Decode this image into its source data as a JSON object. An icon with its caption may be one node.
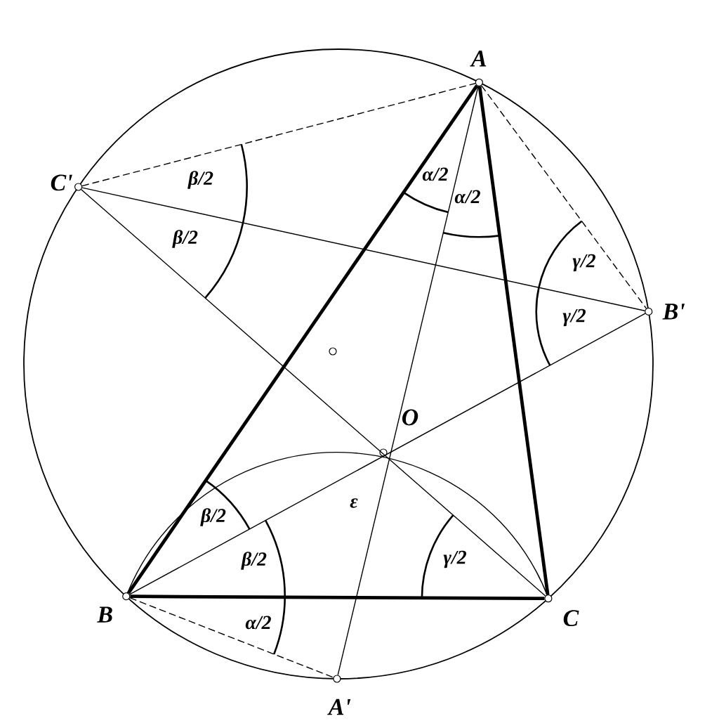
{
  "diagram": {
    "nodes": [
      {
        "text": [
          "A"
        ]
      },
      {
        "text": [
          "C'"
        ]
      },
      {
        "text": [
          "B'"
        ]
      },
      {
        "text": [],
        "shape": "circle"
      },
      {
        "text": [
          "O"
        ]
      },
      {
        "text": [
          "B"
        ]
      },
      {
        "text": [
          "C"
        ]
      },
      {
        "text": [
          "A'"
        ]
      }
    ],
    "edges": [
      {
        "from": 0,
        "to": 5,
        "arrow": "none",
        "style": "thick"
      },
      {
        "from": 5,
        "to": 6,
        "arrow": "none",
        "style": "thick"
      },
      {
        "from": 6,
        "to": 0,
        "arrow": "none",
        "style": "thick"
      },
      {
        "from": 0,
        "to": 7,
        "arrow": "none"
      },
      {
        "from": 5,
        "to": 2,
        "arrow": "none"
      },
      {
        "from": 6,
        "to": 1,
        "arrow": "none"
      },
      {
        "from": 1,
        "to": 0,
        "arrow": "none",
        "style": "dashed"
      },
      {
        "from": 0,
        "to": 2,
        "arrow": "none",
        "style": "dashed"
      },
      {
        "from": 1,
        "to": 2,
        "arrow": "none"
      },
      {
        "from": 5,
        "to": 7,
        "arrow": "none",
        "style": "dashed"
      }
    ],
    "labels": [
      "β/2",
      "α/2",
      "α/2",
      "β/2",
      "γ/2",
      "γ/2",
      "β/2",
      "ε",
      "β/2",
      "γ/2",
      "α/2"
    ]
  }
}
